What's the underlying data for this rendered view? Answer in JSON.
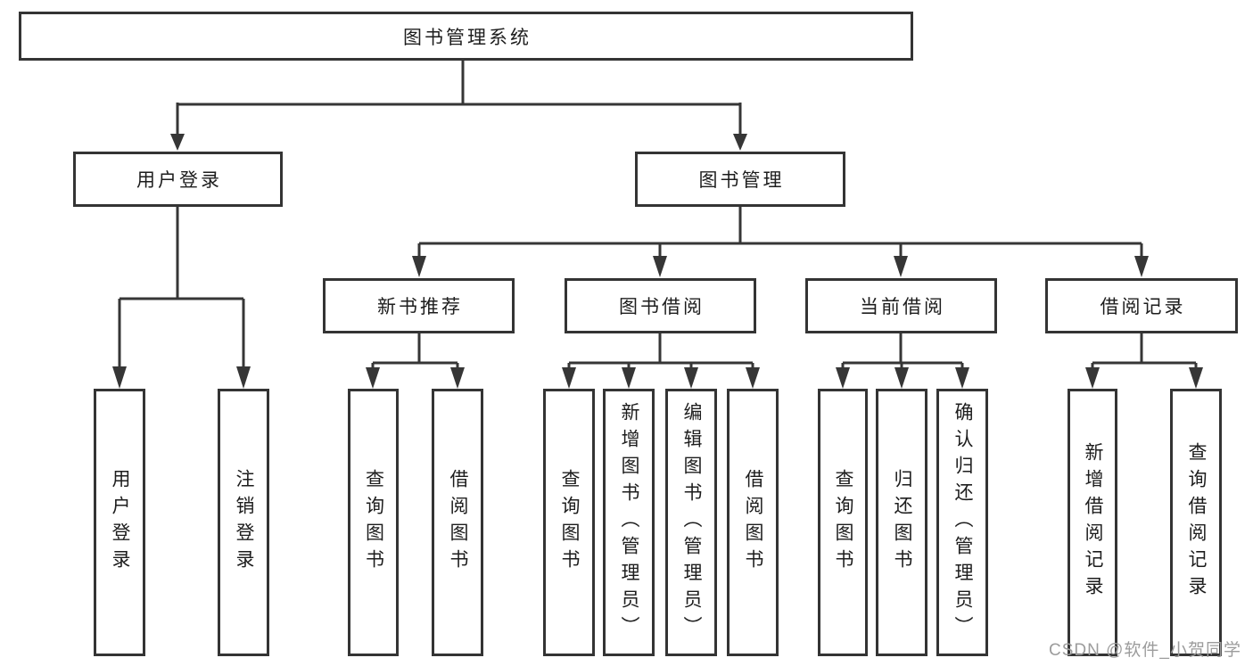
{
  "page": {
    "background": "#ffffff"
  },
  "diagram": {
    "type": "tree",
    "line_color": "#363636",
    "box_border_color": "#343434",
    "text_color": "#1d1d1d",
    "root": {
      "label": "图书管理系统"
    },
    "branches": [
      {
        "label": "用户登录",
        "children": [
          {
            "label": "用户登录"
          },
          {
            "label": "注销登录"
          }
        ]
      },
      {
        "label": "图书管理",
        "children": [
          {
            "label": "新书推荐",
            "children": [
              {
                "label": "查询图书"
              },
              {
                "label": "借阅图书"
              }
            ]
          },
          {
            "label": "图书借阅",
            "children": [
              {
                "label": "查询图书"
              },
              {
                "label": "新增图书（管理员）"
              },
              {
                "label": "编辑图书（管理员）"
              },
              {
                "label": "借阅图书"
              }
            ]
          },
          {
            "label": "当前借阅",
            "children": [
              {
                "label": "查询图书"
              },
              {
                "label": "归还图书"
              },
              {
                "label": "确认归还（管理员）"
              }
            ]
          },
          {
            "label": "借阅记录",
            "children": [
              {
                "label": "新增借阅记录"
              },
              {
                "label": "查询借阅记录"
              }
            ]
          }
        ]
      }
    ]
  },
  "watermark": {
    "text": "CSDN @软件_小贺同学",
    "color": "#9c9c9c"
  }
}
